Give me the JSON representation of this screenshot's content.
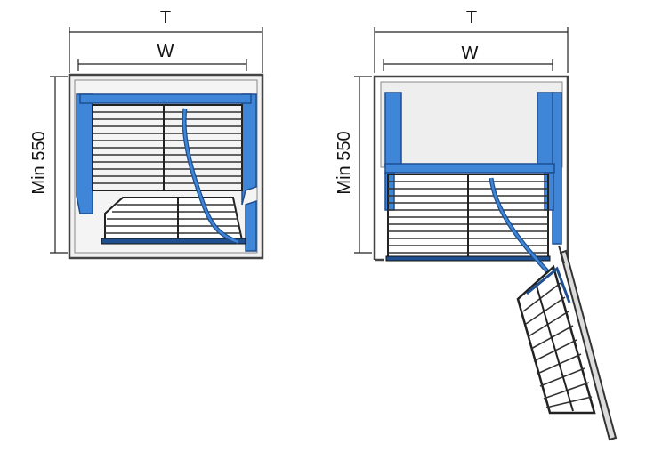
{
  "diagram": {
    "colors": {
      "blue": "#3f86d9",
      "blue_dark": "#1f4f8f",
      "wire": "#2a2a2a",
      "cabinet_fill": "#f1f1f1",
      "cabinet_line": "#444444",
      "dim_line": "#222222"
    },
    "views": [
      {
        "label_width_total": "T",
        "label_width_inner": "W",
        "label_height": "Min 550",
        "state": "closed"
      },
      {
        "label_width_total": "T",
        "label_width_inner": "W",
        "label_height": "Min 550",
        "state": "open"
      }
    ]
  }
}
